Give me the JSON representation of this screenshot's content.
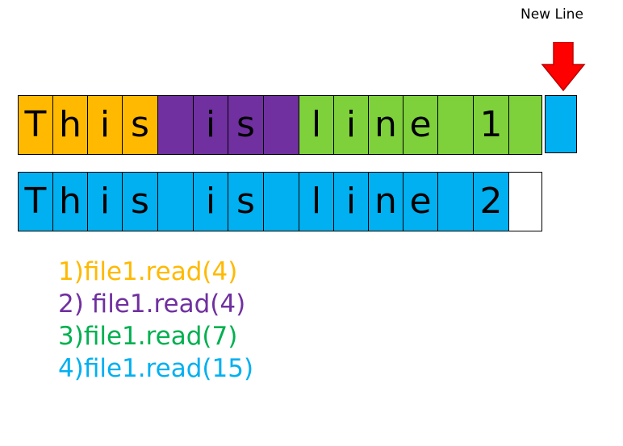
{
  "new_line_label": "New Line",
  "colors": {
    "orange": "#FFB900",
    "purple": "#7030A0",
    "green": "#7ED13B",
    "blue": "#00B0F0",
    "white": "#FFFFFF",
    "arrow": "#FF0000",
    "text_green": "#00B050"
  },
  "row1": [
    {
      "ch": "T",
      "color": "#FFB900"
    },
    {
      "ch": "h",
      "color": "#FFB900"
    },
    {
      "ch": "i",
      "color": "#FFB900"
    },
    {
      "ch": "s",
      "color": "#FFB900"
    },
    {
      "ch": "",
      "color": "#7030A0"
    },
    {
      "ch": "i",
      "color": "#7030A0"
    },
    {
      "ch": "s",
      "color": "#7030A0"
    },
    {
      "ch": "",
      "color": "#7030A0"
    },
    {
      "ch": "l",
      "color": "#7ED13B"
    },
    {
      "ch": "i",
      "color": "#7ED13B"
    },
    {
      "ch": "n",
      "color": "#7ED13B"
    },
    {
      "ch": "e",
      "color": "#7ED13B"
    },
    {
      "ch": "",
      "color": "#7ED13B"
    },
    {
      "ch": "1",
      "color": "#7ED13B"
    },
    {
      "ch": "",
      "color": "#7ED13B"
    }
  ],
  "row1_newline": {
    "ch": "",
    "color": "#00B0F0"
  },
  "row2": [
    {
      "ch": "T",
      "color": "#00B0F0"
    },
    {
      "ch": "h",
      "color": "#00B0F0"
    },
    {
      "ch": "i",
      "color": "#00B0F0"
    },
    {
      "ch": "s",
      "color": "#00B0F0"
    },
    {
      "ch": "",
      "color": "#00B0F0"
    },
    {
      "ch": "i",
      "color": "#00B0F0"
    },
    {
      "ch": "s",
      "color": "#00B0F0"
    },
    {
      "ch": "",
      "color": "#00B0F0"
    },
    {
      "ch": "l",
      "color": "#00B0F0"
    },
    {
      "ch": "i",
      "color": "#00B0F0"
    },
    {
      "ch": "n",
      "color": "#00B0F0"
    },
    {
      "ch": "e",
      "color": "#00B0F0"
    },
    {
      "ch": "",
      "color": "#00B0F0"
    },
    {
      "ch": "2",
      "color": "#00B0F0"
    },
    {
      "ch": "",
      "color": "#FFFFFF"
    }
  ],
  "code_lines": [
    {
      "text": "1)file1.read(4)",
      "color": "#FFB900"
    },
    {
      "text": "2) file1.read(4)",
      "color": "#7030A0"
    },
    {
      "text": "3)file1.read(7)",
      "color": "#00B050"
    },
    {
      "text": "4)file1.read(15)",
      "color": "#00B0F0"
    }
  ]
}
